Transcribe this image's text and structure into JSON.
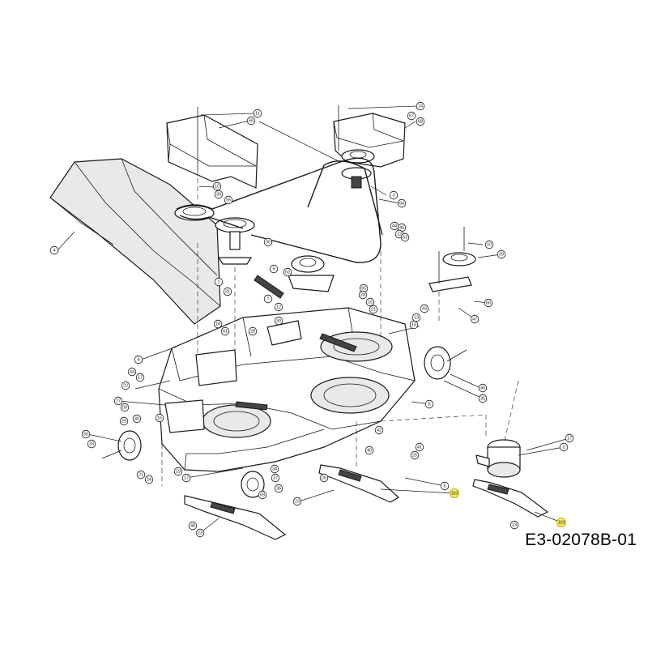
{
  "drawing_code": "E3-02078B-01",
  "highlight_color": "#f3ea5b",
  "callouts": [
    {
      "id": "c-11",
      "label": "11"
    },
    {
      "id": "c-68a",
      "label": "68"
    },
    {
      "id": "c-14",
      "label": "14"
    },
    {
      "id": "c-67",
      "label": "67"
    },
    {
      "id": "c-68b",
      "label": "68"
    },
    {
      "id": "c-10a",
      "label": "10"
    },
    {
      "id": "c-39a",
      "label": "39"
    },
    {
      "id": "c-55",
      "label": "55"
    },
    {
      "id": "c-3",
      "label": "3"
    },
    {
      "id": "c-64",
      "label": "64"
    },
    {
      "id": "c-44",
      "label": "44"
    },
    {
      "id": "c-46",
      "label": "46"
    },
    {
      "id": "c-12a",
      "label": "12"
    },
    {
      "id": "c-63",
      "label": "63"
    },
    {
      "id": "c-4",
      "label": "4"
    },
    {
      "id": "c-30a",
      "label": "30"
    },
    {
      "id": "c-9",
      "label": "9"
    },
    {
      "id": "c-62",
      "label": "62"
    },
    {
      "id": "c-1",
      "label": "1"
    },
    {
      "id": "c-31",
      "label": "31"
    },
    {
      "id": "c-10b",
      "label": "10"
    },
    {
      "id": "c-39b",
      "label": "39"
    },
    {
      "id": "c-65",
      "label": "65"
    },
    {
      "id": "c-28a",
      "label": "28"
    },
    {
      "id": "c-15a",
      "label": "15"
    },
    {
      "id": "c-21a",
      "label": "21"
    },
    {
      "id": "c-7",
      "label": "7"
    },
    {
      "id": "c-12b",
      "label": "12"
    },
    {
      "id": "c-43",
      "label": "43"
    },
    {
      "id": "c-18",
      "label": "18"
    },
    {
      "id": "c-61",
      "label": "61"
    },
    {
      "id": "c-30b",
      "label": "30"
    },
    {
      "id": "c-28b",
      "label": "28"
    },
    {
      "id": "c-15b",
      "label": "15"
    },
    {
      "id": "c-13",
      "label": "13"
    },
    {
      "id": "c-66",
      "label": "66"
    },
    {
      "id": "c-47",
      "label": "47"
    },
    {
      "id": "c-6",
      "label": "6"
    },
    {
      "id": "c-44b",
      "label": "44"
    },
    {
      "id": "c-17a",
      "label": "17"
    },
    {
      "id": "c-22",
      "label": "22"
    },
    {
      "id": "c-27",
      "label": "27"
    },
    {
      "id": "c-59",
      "label": "59"
    },
    {
      "id": "c-29",
      "label": "29"
    },
    {
      "id": "c-8",
      "label": "8"
    },
    {
      "id": "c-16",
      "label": "16"
    },
    {
      "id": "c-45",
      "label": "45"
    },
    {
      "id": "c-35",
      "label": "35"
    },
    {
      "id": "c-17b",
      "label": "17"
    },
    {
      "id": "c-2",
      "label": "2"
    },
    {
      "id": "c-50",
      "label": "50"
    },
    {
      "id": "c-33",
      "label": "33"
    },
    {
      "id": "c-49",
      "label": "49"
    },
    {
      "id": "c-42",
      "label": "42"
    },
    {
      "id": "c-41",
      "label": "41"
    },
    {
      "id": "c-40",
      "label": "40"
    },
    {
      "id": "c-25",
      "label": "25"
    },
    {
      "id": "c-5",
      "label": "5"
    },
    {
      "id": "c-24",
      "label": "24"
    },
    {
      "id": "c-21b",
      "label": "21"
    },
    {
      "id": "c-34",
      "label": "34"
    },
    {
      "id": "c-37",
      "label": "37"
    },
    {
      "id": "c-17c",
      "label": "17"
    },
    {
      "id": "c-36",
      "label": "36"
    },
    {
      "id": "c-26",
      "label": "26"
    },
    {
      "id": "c-23a",
      "label": "23"
    },
    {
      "id": "c-48",
      "label": "48"
    },
    {
      "id": "c-23b",
      "label": "23"
    },
    {
      "id": "c-69",
      "label": "69"
    },
    {
      "id": "c-23c",
      "label": "23"
    },
    {
      "id": "c-19",
      "label": "19"
    },
    {
      "id": "c-110a",
      "label": "110",
      "highlight": true
    },
    {
      "id": "c-110b",
      "label": "110",
      "highlight": true
    }
  ]
}
